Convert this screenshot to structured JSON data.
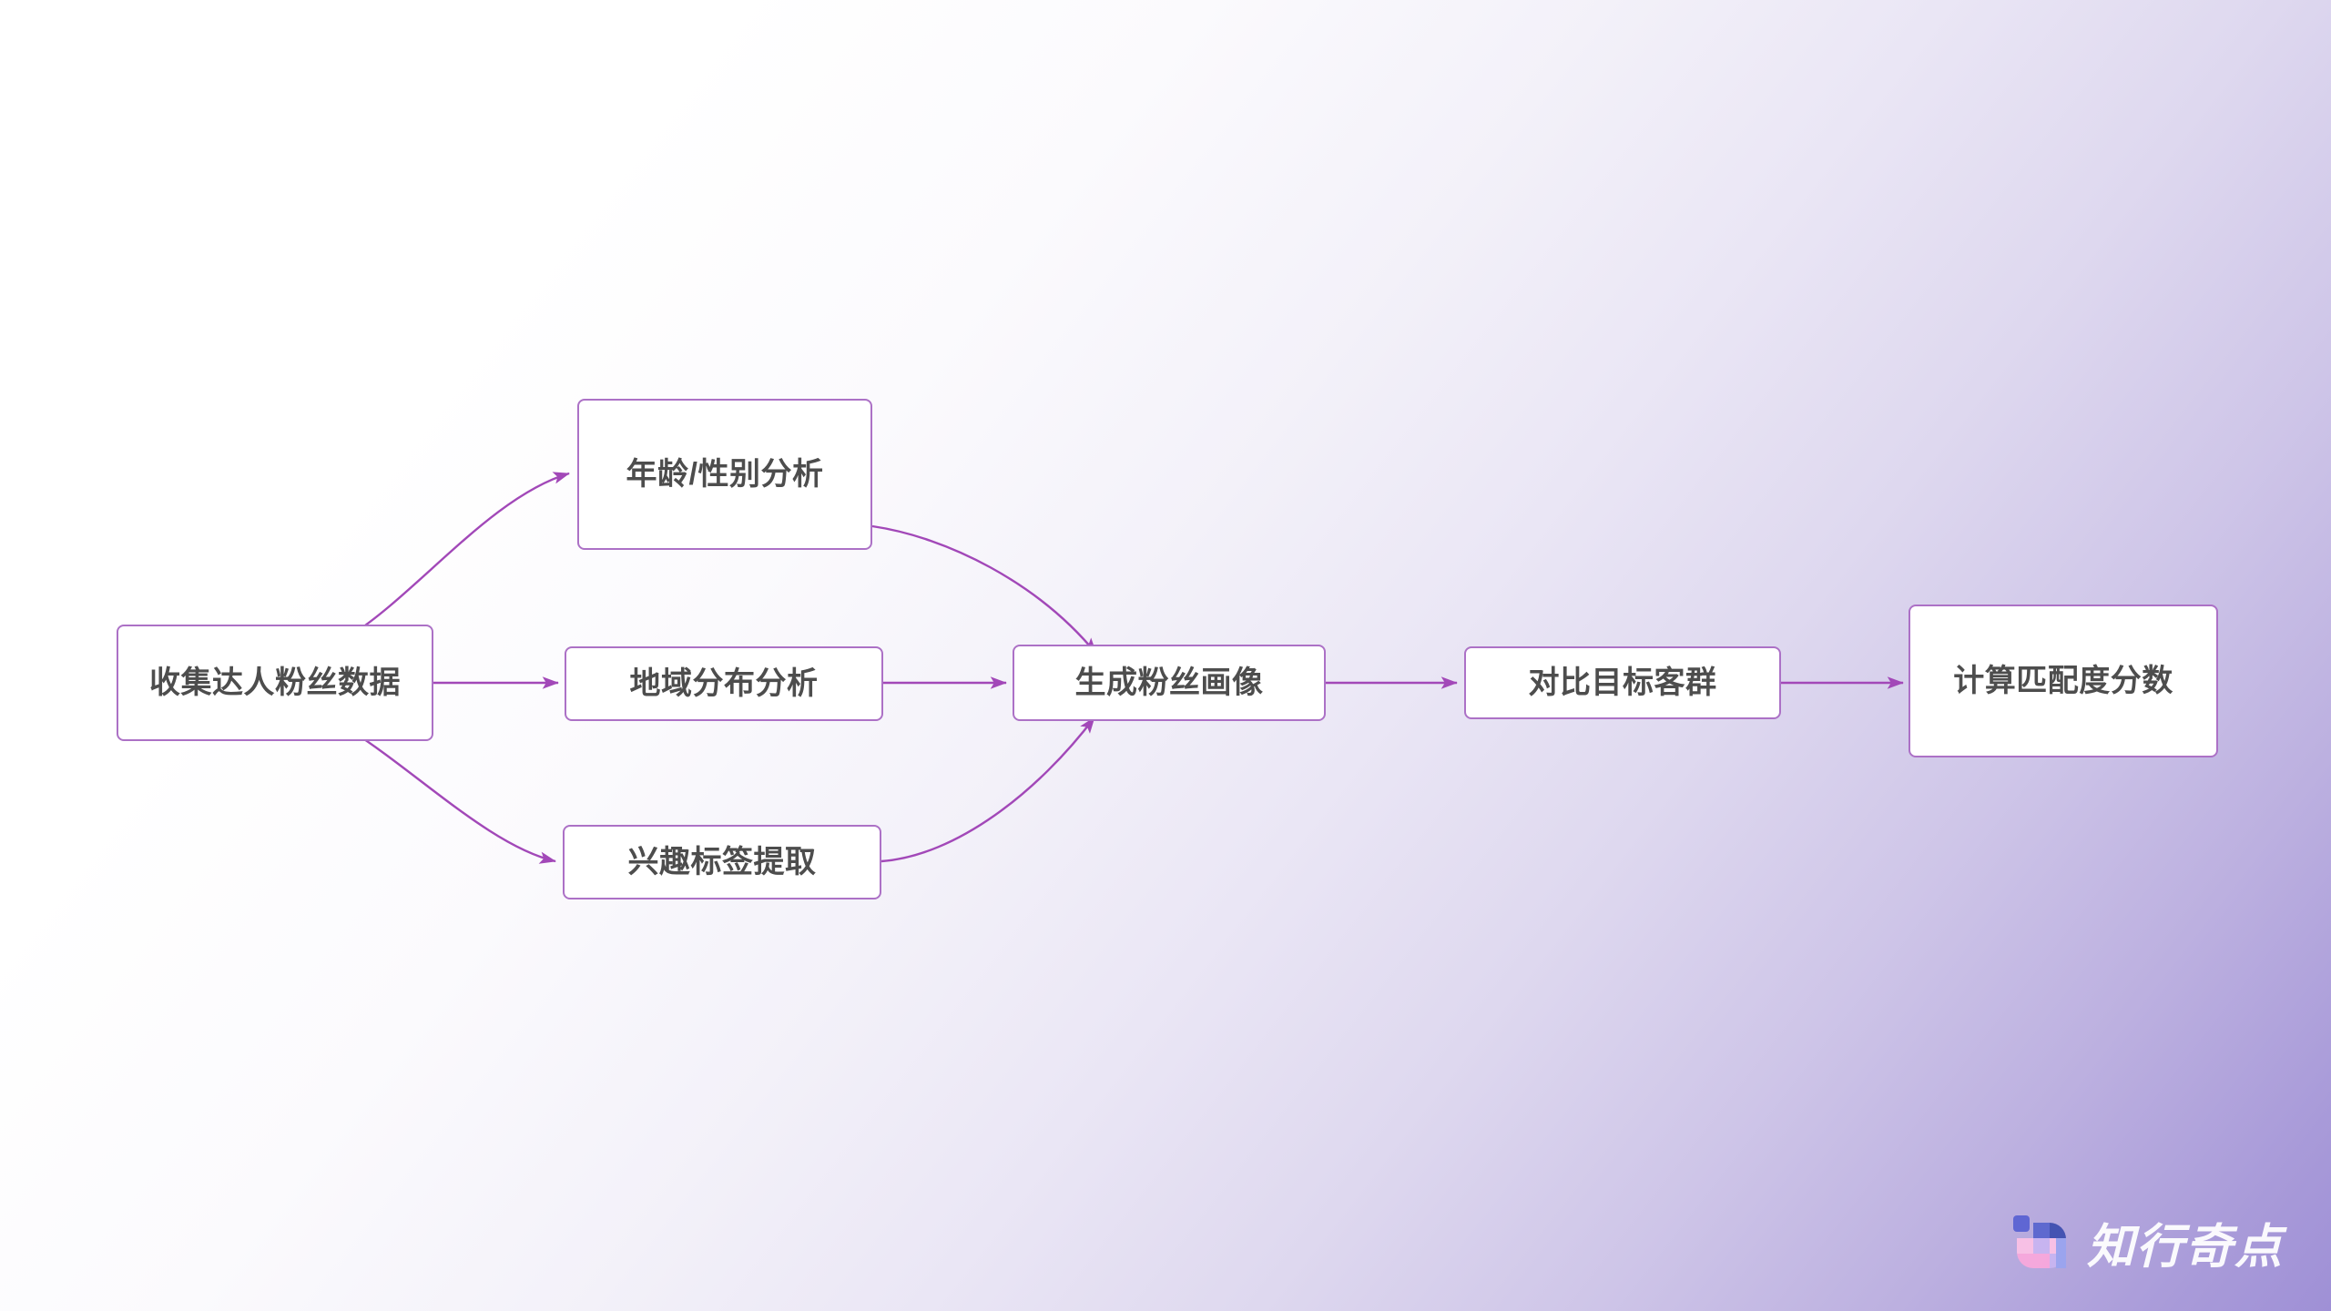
{
  "diagram": {
    "type": "flowchart",
    "direction": "left-to-right",
    "nodes": [
      {
        "id": "n1",
        "label": "收集达人粉丝数据"
      },
      {
        "id": "n2",
        "label": "年龄/性别分析"
      },
      {
        "id": "n3",
        "label": "地域分布分析"
      },
      {
        "id": "n4",
        "label": "兴趣标签提取"
      },
      {
        "id": "n5",
        "label": "生成粉丝画像"
      },
      {
        "id": "n6",
        "label": "对比目标客群"
      },
      {
        "id": "n7",
        "label": "计算匹配度分数"
      }
    ],
    "edges": [
      {
        "from": "n1",
        "to": "n2",
        "style": "curved"
      },
      {
        "from": "n1",
        "to": "n3",
        "style": "straight"
      },
      {
        "from": "n1",
        "to": "n4",
        "style": "curved"
      },
      {
        "from": "n2",
        "to": "n5",
        "style": "curved"
      },
      {
        "from": "n3",
        "to": "n5",
        "style": "straight"
      },
      {
        "from": "n4",
        "to": "n5",
        "style": "curved"
      },
      {
        "from": "n5",
        "to": "n6",
        "style": "straight"
      },
      {
        "from": "n6",
        "to": "n7",
        "style": "straight"
      }
    ]
  },
  "colors": {
    "node_border": "#ac71c6",
    "node_fill": "#ffffff",
    "node_text": "#4d4d4d",
    "edge": "#a248b8",
    "background_start": "#ffffff",
    "background_end": "#9f90d6",
    "watermark_text": "#ffffff"
  },
  "watermark": {
    "brand": "知行奇点",
    "logo_name": "zhixing-qidian-logo",
    "logo_colors": {
      "square": "#5b63d3",
      "tile_blue_dark": "#3f4fb0",
      "tile_blue": "#5a66cf",
      "tile_blue_light": "#9aa4ef",
      "tile_lavender": "#c9b5f2",
      "tile_pink": "#f9a8dc",
      "tile_pink_light": "#fbc2e6"
    }
  }
}
